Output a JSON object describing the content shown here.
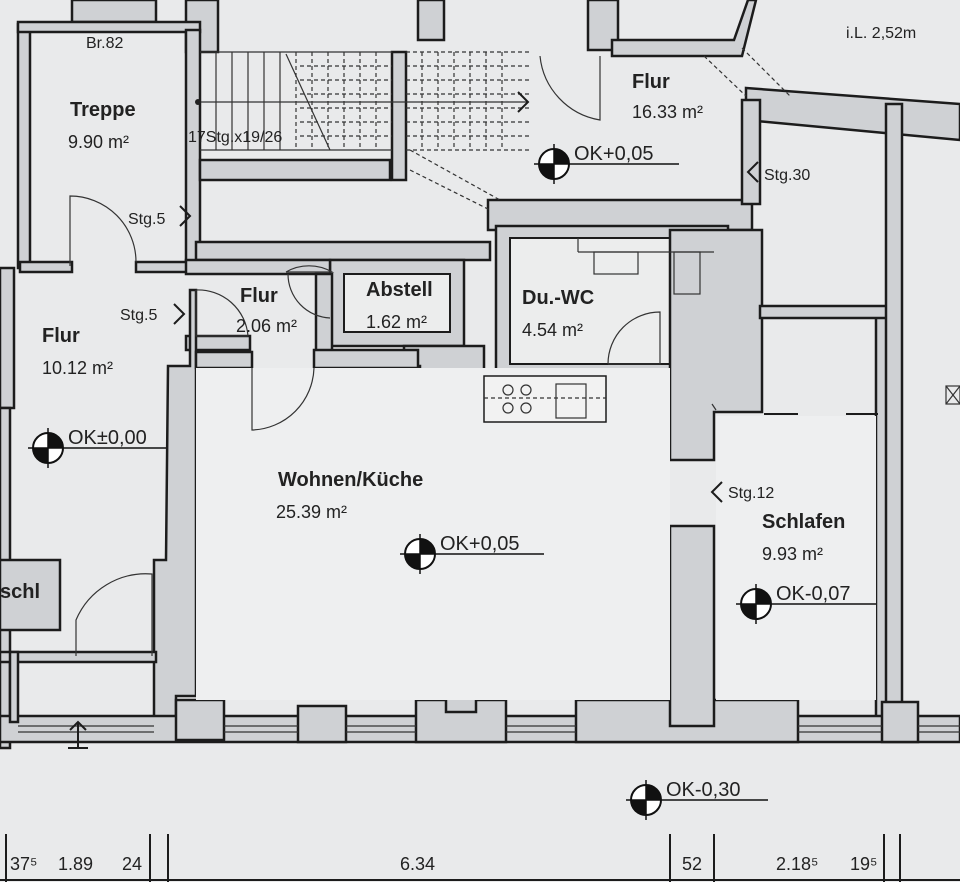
{
  "plan": {
    "headroom_label": "i.L. 2,52m",
    "stair_width_label": "Br.82",
    "stair_spec": "17Stg.x19/26",
    "rooms": {
      "treppe": {
        "name": "Treppe",
        "area": "9.90 m²"
      },
      "flur_top": {
        "name": "Flur",
        "area": "16.33 m²"
      },
      "flur_small": {
        "name": "Flur",
        "area": "2.06 m²"
      },
      "abstell": {
        "name": "Abstell",
        "area": "1.62 m²"
      },
      "duwc": {
        "name": "Du.-WC",
        "area": "4.54 m²"
      },
      "flur_left": {
        "name": "Flur",
        "area": "10.12 m²"
      },
      "wohnen": {
        "name": "Wohnen/Küche",
        "area": "25.39 m²"
      },
      "schlafen": {
        "name": "Schlafen",
        "area": "9.93 m²"
      },
      "partial_left": {
        "name": "schl"
      }
    },
    "steps": {
      "stg5_a": "Stg.5",
      "stg5_b": "Stg.5",
      "stg30": "Stg.30",
      "stg12": "Stg.12"
    },
    "levels": {
      "flur_top": "OK+0,05",
      "flur_left": "OK±0,00",
      "wohnen": "OK+0,05",
      "schlafen": "OK-0,07",
      "outside": "OK-0,30"
    },
    "dimensions": {
      "d1": "37⁵",
      "d2": "1.89",
      "d3": "24",
      "d4": "6.34",
      "d5": "52",
      "d6": "2.18⁵",
      "d7": "19⁵"
    }
  }
}
